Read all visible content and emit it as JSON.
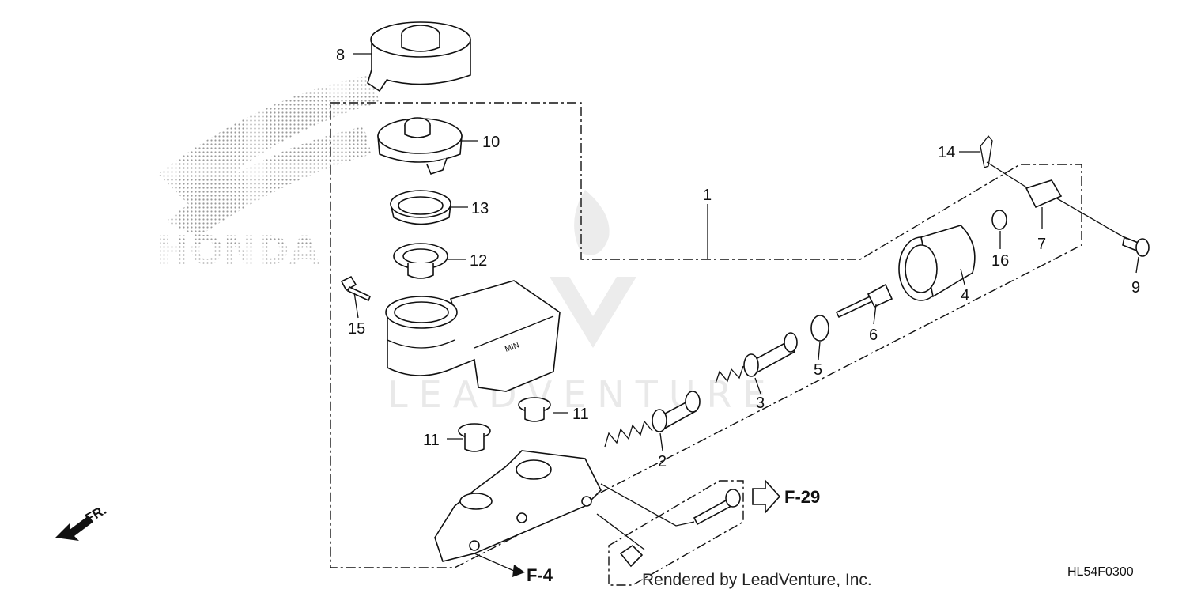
{
  "diagram": {
    "brand_logo_text": "HONDA",
    "watermark_text": "LEADVENTURE",
    "footer_credit": "Rendered by LeadVenture, Inc.",
    "diagram_code": "HL54F0300",
    "front_label": "FR.",
    "refs": {
      "f4": "F-4",
      "f29": "F-29"
    },
    "callouts": {
      "c1": "1",
      "c2": "2",
      "c3": "3",
      "c4": "4",
      "c5": "5",
      "c6": "6",
      "c7": "7",
      "c8": "8",
      "c9": "9",
      "c10": "10",
      "c11a": "11",
      "c11b": "11",
      "c12": "12",
      "c13": "13",
      "c14": "14",
      "c15": "15",
      "c16": "16"
    },
    "reservoir_marking": "MIN"
  }
}
